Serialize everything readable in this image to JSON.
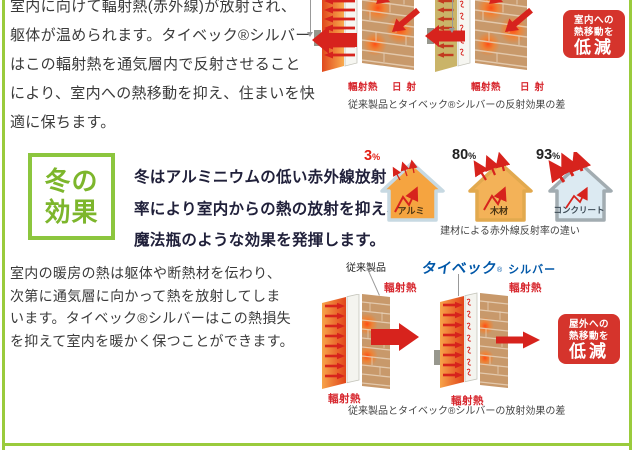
{
  "theme": {
    "frame_green": "#9ACB3C",
    "title_green": "#7DB62C",
    "badge_red": "#D5342C",
    "arrow_red": "#D7231D",
    "label_red": "#D7272E",
    "brand_blue": "#0057A8"
  },
  "summer": {
    "paragraph": [
      "室内に向けて輻射熱(赤外線)が放射され、",
      "躯体が温められます。タイベック®シルバー",
      "はこの輻射熱を通気層内で反射させること",
      "により、室内への熱移動を抑え、住まいを快",
      "適に保ちます。"
    ],
    "diagram": {
      "radiant_label": "輻射熱",
      "solar_label": "日射",
      "caption": "従来製品とタイベック®シルバーの反射効果の差"
    },
    "badge": [
      "室内への",
      "熱移動を",
      "低減"
    ]
  },
  "winter": {
    "title": [
      "冬の",
      "効果"
    ],
    "intro": [
      "冬はアルミニウムの低い赤外線放射",
      "率により室内からの熱の放射を抑え、",
      "魔法瓶のような効果を発揮します。"
    ],
    "houses": {
      "items": [
        {
          "value": "3",
          "unit": "%",
          "label": "アルミ"
        },
        {
          "value": "80",
          "unit": "%",
          "label": "木材"
        },
        {
          "value": "93",
          "unit": "%",
          "label": "コンクリート"
        }
      ],
      "caption": "建材による赤外線反射率の違い"
    },
    "paragraph": [
      "室内の暖房の熱は躯体や断熱材を伝わり、",
      "次第に通気層に向かって熱を放射してしま",
      "います。タイベック®シルバーはこの熱損失",
      "を抑えて室内を暖かく保つことができます。"
    ],
    "diagram": {
      "conventional_label": "従来製品",
      "brand": "タイベック",
      "brand_reg": "®",
      "brand_sub": "シルバー",
      "radiant_label": "輻射熱",
      "caption": "従来製品とタイベック®シルバーの放射効果の差"
    },
    "badge": [
      "屋外への",
      "熱移動を",
      "低減"
    ]
  }
}
